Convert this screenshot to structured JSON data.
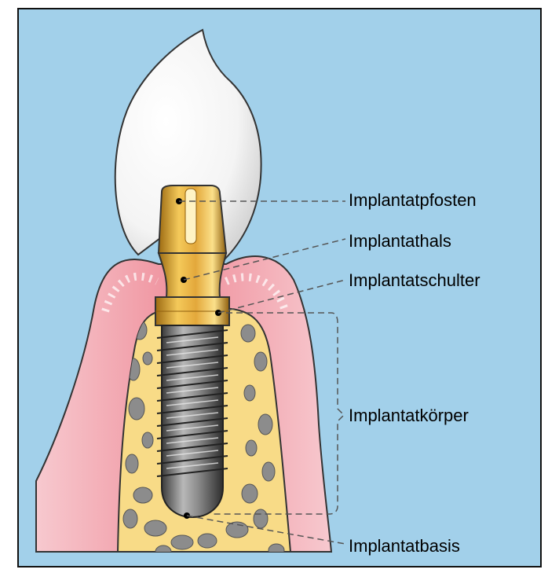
{
  "labels": {
    "post": "Implantatpfosten",
    "neck": "Implantathals",
    "shoulder": "Implantatschulter",
    "body": "Implantatkörper",
    "base": "Implantatbasis"
  },
  "colors": {
    "background": "#a2d0ea",
    "gum": "#ef8f9b",
    "gum_light": "#f7c7cd",
    "bone": "#f8db87",
    "bone_pore": "#8c8c8c",
    "crown": "#ffffff",
    "abutment": "#e0a83a",
    "implant": "#6e6e6e"
  }
}
